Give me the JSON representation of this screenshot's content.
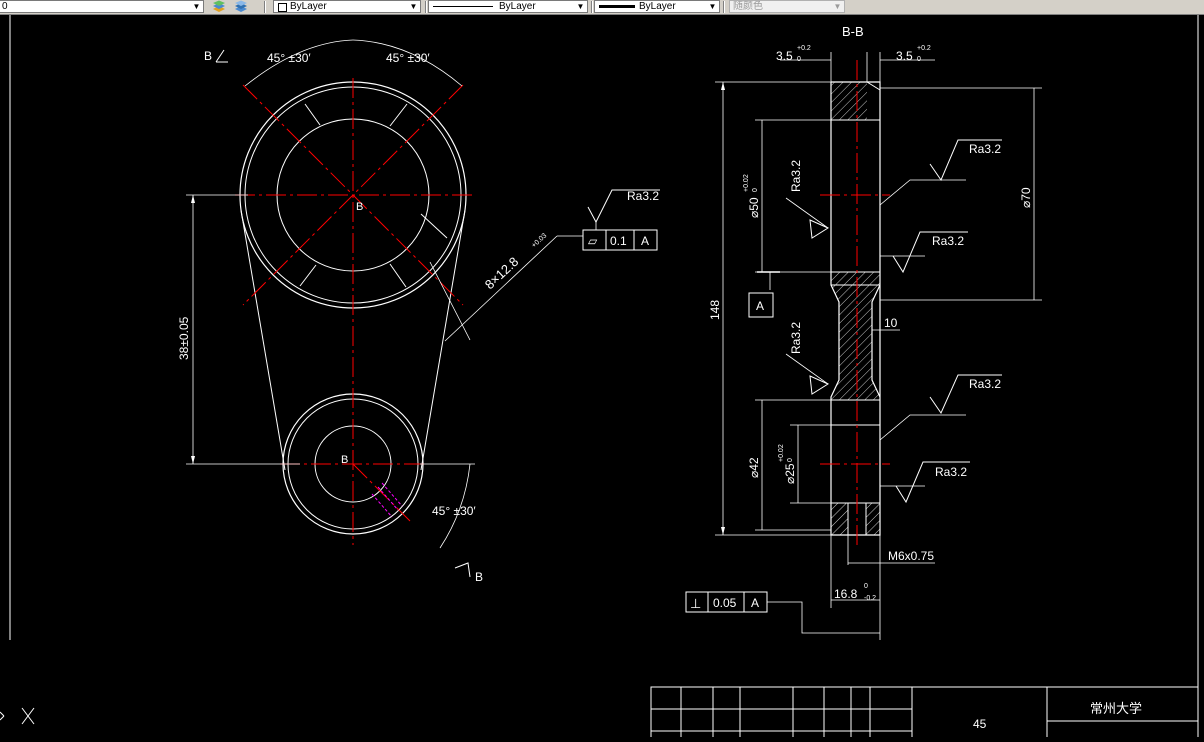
{
  "toolbar": {
    "layer_value": "0",
    "color_value": "ByLayer",
    "linetype_value": "ByLayer",
    "lineweight_value": "ByLayer",
    "plotstyle_value": "随颜色",
    "icons": [
      "layer-states-icon",
      "layer-previous-icon"
    ]
  },
  "drawing": {
    "section_label": "B-B",
    "front_view": {
      "cut_label_top": "B",
      "cut_label_bottom": "B",
      "center_label_top": "B",
      "center_label_bottom": "B",
      "angle_left": "45° ±30′",
      "angle_right": "45° ±30′",
      "angle_bottom": "45° ±30′",
      "slot_dim": "8×12.8",
      "slot_tol": "+0.03",
      "center_distance": "38±0.05",
      "roughness_note": "Ra3.2",
      "flatness_symbol": "⏥",
      "flatness_value": "0.1",
      "flatness_datum": "A"
    },
    "section_view": {
      "dim_top_left": "3.5",
      "dim_top_left_tol": "+0.2",
      "dim_top_left_lower": "0",
      "dim_top_right": "3.5",
      "dim_top_right_tol": "+0.2",
      "dim_top_right_lower": "0",
      "overall_height": "148",
      "dia_bore_top": "⌀50",
      "dia_bore_top_tol": "+0.02",
      "dia_bore_top_lower": "0",
      "dia_outer_top": "⌀70",
      "web_thickness": "10",
      "dia_bottom_outer": "⌀42",
      "dia_bottom_bore": "⌀25",
      "dia_bottom_bore_tol": "+0.02",
      "dia_bottom_bore_lower": "0",
      "thread": "M6x0.75",
      "depth_dim": "16.8",
      "depth_tol_upper": "0",
      "depth_tol_lower": "-0.2",
      "datum_label": "A",
      "perp_symbol": "⊥",
      "perp_value": "0.05",
      "perp_datum": "A",
      "roughness": [
        "Ra3.2",
        "Ra3.2",
        "Ra3.2",
        "Ra3.2",
        "Ra3.2",
        "Ra3.2"
      ]
    },
    "title_block": {
      "school": "常州大学",
      "sheet_number": "45"
    }
  },
  "colors": {
    "background": "#000000",
    "line": "#ffffff",
    "centerline": "#ff0000",
    "highlight": "#ff00ff",
    "toolbar": "#d4d0c8"
  }
}
